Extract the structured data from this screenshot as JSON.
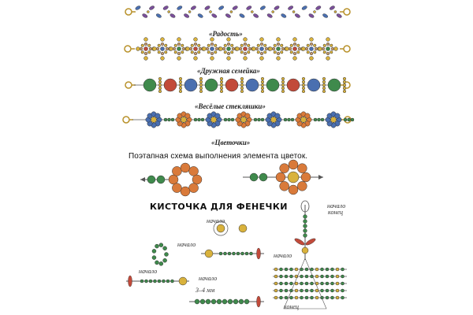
{
  "captions": {
    "bracelet_1": "«Радость»",
    "bracelet_2": "«Дружная семейка»",
    "bracelet_3": "«Весёлые стекляшки»",
    "bracelet_4": "«Цветочки»"
  },
  "headings": {
    "step_scheme": "Поэтапная схема выполнения элемента цветок.",
    "tassel": "КИСТОЧКА ДЛЯ ФЕНЕЧКИ"
  },
  "labels": {
    "start_a": "начало",
    "start_b": "начало",
    "start_c": "начало",
    "start_d": "начало",
    "start_e": "начало",
    "end_a": "конец",
    "start_f": "начало",
    "end_b": "конец",
    "size": "3–4 мм"
  },
  "colors": {
    "purple": "#7a4f9a",
    "blue": "#4a6fb0",
    "gold": "#d9b23c",
    "red": "#c24a3a",
    "green": "#3f8a4c",
    "orange": "#d97a3a",
    "string": "#555555"
  }
}
